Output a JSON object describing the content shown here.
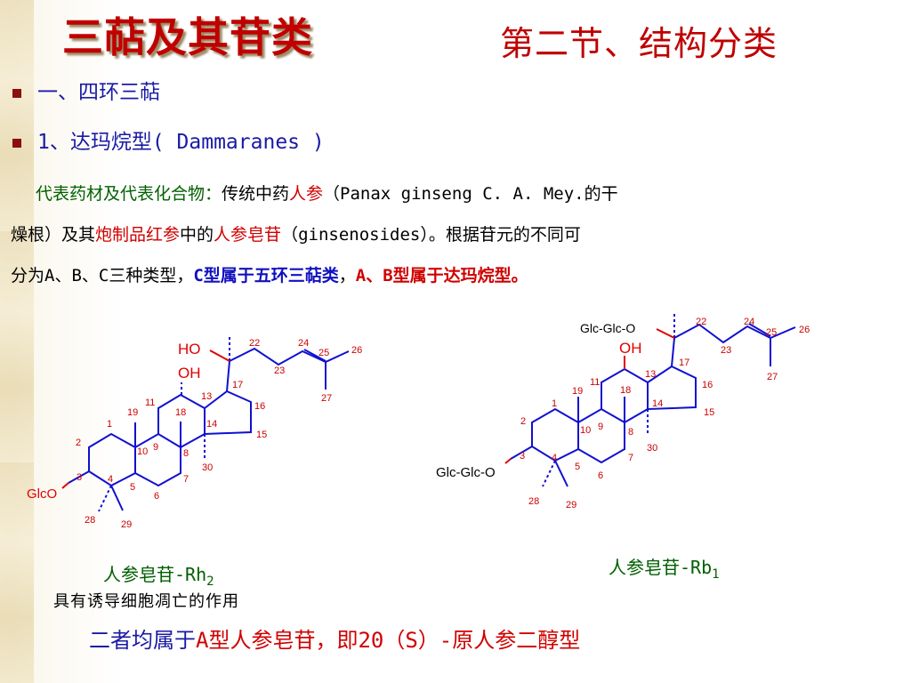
{
  "title": {
    "main": "三萜及其苷类",
    "sub": "第二节、结构分类"
  },
  "bullets": [
    {
      "text": "一、四环三萜"
    },
    {
      "text": "1、达玛烷型( Dammaranes )"
    }
  ],
  "paragraph": {
    "p1": "代表药材及代表化合物：",
    "p2": "传统中药",
    "p3": "人参",
    "p4": "（Panax ginseng C. A. Mey.的干",
    "p5": "燥根）及其",
    "p6": "炮制品红参",
    "p7": "中的",
    "p8": "人参皂苷",
    "p9": "（ginsenosides）。根据苷元的不同可",
    "p10": "分为A、B、C三种类型，",
    "p11": "C型属于五环三萜类",
    "p12": "，",
    "p13": "A、B型属于达玛烷型。"
  },
  "structure_left": {
    "ho": "HO",
    "oh": "OH",
    "glc": "GlcO",
    "labels": {
      "n1": "1",
      "n2": "2",
      "n3": "3",
      "n4": "4",
      "n5": "5",
      "n6": "6",
      "n7": "7",
      "n8": "8",
      "n9": "9",
      "n10": "10",
      "n11": "11",
      "n13": "13",
      "n14": "14",
      "n15": "15",
      "n16": "16",
      "n17": "17",
      "n18": "18",
      "n19": "19",
      "n22": "22",
      "n23": "23",
      "n24": "24",
      "n25": "25",
      "n26": "26",
      "n27": "27",
      "n28": "28",
      "n29": "29",
      "n30": "30"
    }
  },
  "structure_right": {
    "glc_top": "Glc-Glc-O",
    "oh": "OH",
    "glc": "Glc-Glc-O",
    "labels": {
      "n1": "1",
      "n2": "2",
      "n3": "3",
      "n4": "4",
      "n5": "5",
      "n6": "6",
      "n7": "7",
      "n8": "8",
      "n9": "9",
      "n10": "10",
      "n11": "11",
      "n13": "13",
      "n14": "14",
      "n15": "15",
      "n16": "16",
      "n17": "17",
      "n18": "18",
      "n19": "19",
      "n22": "22",
      "n23": "23",
      "n24": "24",
      "n25": "25",
      "n26": "26",
      "n27": "27",
      "n28": "28",
      "n29": "29",
      "n30": "30"
    }
  },
  "captions": {
    "left": "人参皂苷-Rh",
    "left_sub": "2",
    "right": "人参皂苷-Rb",
    "right_sub": "1"
  },
  "note": "具有诱导细胞凋亡的作用",
  "conclusion": {
    "c1": "二者均属于",
    "c2": "A型人参皂苷，即20（S）-原人参二醇型"
  }
}
